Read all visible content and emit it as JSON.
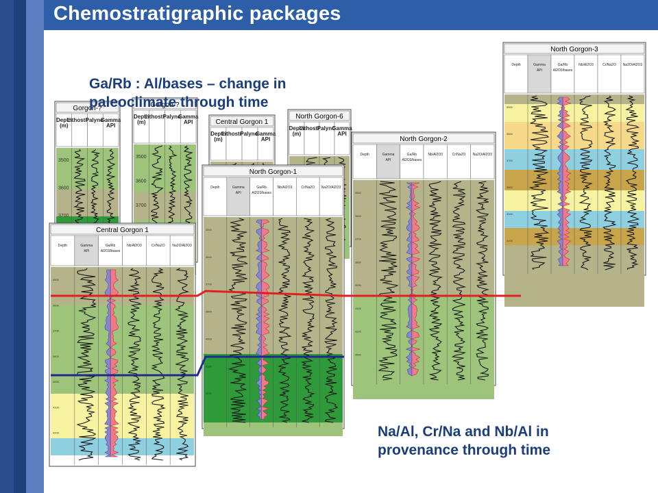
{
  "header": {
    "title": "Chemostratigraphic packages"
  },
  "annotations": {
    "paleoclimate": "Ga/Rb : Al/bases – change in paleoclimate through time",
    "provenance": "Na/Al, Cr/Na and Nb/Al in provenance through time"
  },
  "colors": {
    "sidebar": "#1f3f7a",
    "title_bar": "#2e5ea8",
    "annotation_text": "#1a3d7c",
    "zone_green": "#9dc47a",
    "zone_khaki": "#b5b38a",
    "zone_yellow": "#f7f3a0",
    "zone_orange": "#f7d98a",
    "zone_cyan": "#8fd0e0",
    "zone_brown": "#c8a44a",
    "zone_darkgreen": "#2f9a3a",
    "line_red": "#e02020",
    "line_navy": "#1f2a8a",
    "curve_fill_red": "#f07a8a",
    "curve_fill_blue": "#8a86cc"
  },
  "wells": [
    {
      "name": "Gorgon-?",
      "headers": [
        "Depth (m)",
        "Lithostrat",
        "Palynol",
        "Gamma API"
      ]
    },
    {
      "name": "Gorgon-?",
      "headers": [
        "Depth (m)",
        "Lithostrat",
        "Palynol",
        "Gamma API"
      ]
    },
    {
      "name": "Central Gorgon 1",
      "headers": [
        "Depth (m)",
        "Lithostrat",
        "Palynol",
        "Gamma API"
      ]
    },
    {
      "name": "North Gorgon-6",
      "headers": [
        "Depth (m)",
        "Lithostrat",
        "Palynol",
        "Gamma API"
      ]
    },
    {
      "name": "North Gorgon-1",
      "headers": [
        "Depth",
        "Gamma API",
        "Ga/Rb Al2O3/bases",
        "Nb/Al2O3",
        "Cr/Na2O",
        "Na2O/Al2O3"
      ]
    },
    {
      "name": "North Gorgon-2",
      "headers": [
        "Depth",
        "Gamma API",
        "Ga/Rb Al2O3/bases",
        "Nb/Al2O3",
        "Cr/Na2O",
        "Na2O/Al2O3"
      ]
    },
    {
      "name": "North Gorgon-3",
      "headers": [
        "Depth",
        "Gamma API",
        "Ga/Rb Al2O3/bases",
        "Nb/Al2O3",
        "Cr/Na2O",
        "Na2O/Al2O3"
      ]
    },
    {
      "name": "Central Gorgon 1",
      "headers": [
        "Depth",
        "Gamma API",
        "Ga/Rb Al2O3/bases",
        "Nb/Al2O3",
        "Cr/Na2O",
        "Na2O/Al2O3"
      ]
    }
  ],
  "depth_ticks": [
    "3500",
    "3600",
    "3700",
    "3800",
    "4000",
    "4100",
    "4200"
  ]
}
